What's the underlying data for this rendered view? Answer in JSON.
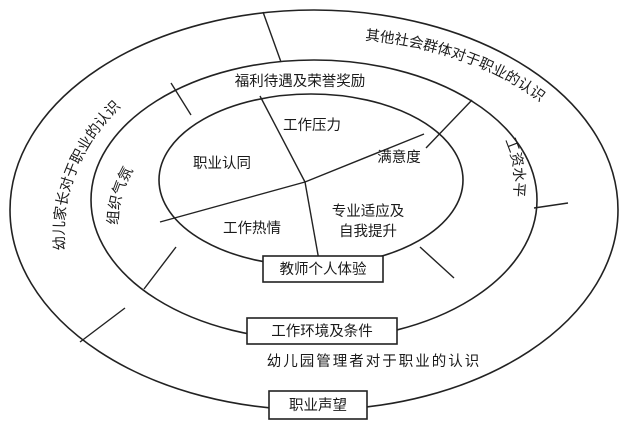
{
  "diagram": {
    "inner_core": {
      "sectors": {
        "identity": "职业认同",
        "pressure": "工作压力",
        "satisfaction": "满意度",
        "adaptation_line1": "专业适应及",
        "adaptation_line2": "自我提升",
        "passion": "工作热情"
      },
      "box_label": "教师个人体验"
    },
    "middle_ring": {
      "welfare": "福利待遇及荣誉奖励",
      "climate": "组织气氛",
      "salary": "工资水平",
      "box_label": "工作环境及条件"
    },
    "outer_ring": {
      "parents": "幼儿家长对于职业的认识",
      "society": "其他社会群体对于职业的认识",
      "managers": "幼儿园管理者对于职业的认识",
      "box_label": "职业声望"
    }
  }
}
